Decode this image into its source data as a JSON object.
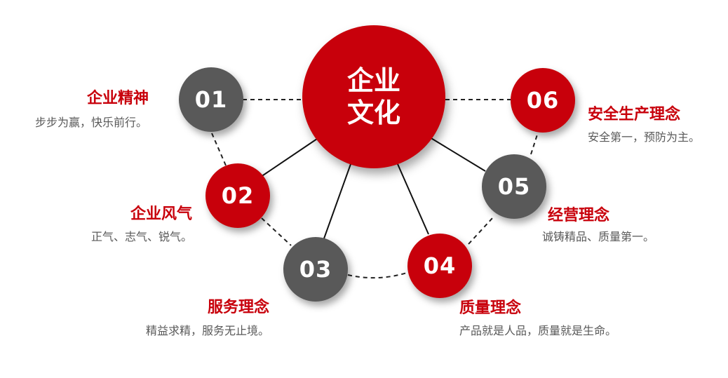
{
  "center": {
    "line1": "企业",
    "line2": "文化"
  },
  "items": [
    {
      "num": "01",
      "title": "企业精神",
      "desc": "步步为赢，快乐前行。"
    },
    {
      "num": "02",
      "title": "企业风气",
      "desc": "正气、志气、锐气。"
    },
    {
      "num": "03",
      "title": "服务理念",
      "desc": "精益求精，服务无止境。"
    },
    {
      "num": "04",
      "title": "质量理念",
      "desc": "产品就是人品，质量就是生命。"
    },
    {
      "num": "05",
      "title": "经营理念",
      "desc": "诚铸精品、质量第一。"
    },
    {
      "num": "06",
      "title": "安全生产理念",
      "desc": "安全第一，预防为主。"
    }
  ],
  "colors": {
    "red": "#c8000b",
    "gray": "#595959",
    "desc_text": "#595959"
  }
}
